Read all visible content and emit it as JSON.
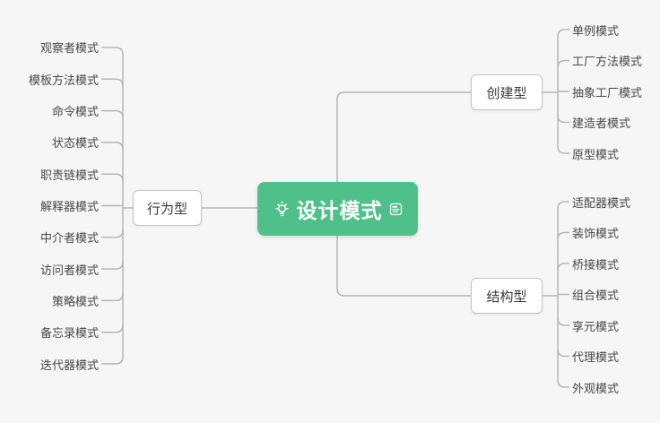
{
  "canvas": {
    "background_color": "#f6f6f6",
    "connector_color": "#b5b5b5",
    "accent_color": "#50c08a"
  },
  "root": {
    "label": "设计模式",
    "icons": [
      "lightbulb-icon",
      "note-icon"
    ]
  },
  "branches": [
    {
      "label": "行为型",
      "side": "left",
      "children": [
        "观察者模式",
        "模板方法模式",
        "命令模式",
        "状态模式",
        "职责链模式",
        "解释器模式",
        "中介者模式",
        "访问者模式",
        "策略模式",
        "备忘录模式",
        "迭代器模式"
      ]
    },
    {
      "label": "创建型",
      "side": "right",
      "children": [
        "单例模式",
        "工厂方法模式",
        "抽象工厂模式",
        "建造者模式",
        "原型模式"
      ]
    },
    {
      "label": "结构型",
      "side": "right",
      "children": [
        "适配器模式",
        "装饰模式",
        "桥接模式",
        "组合模式",
        "享元模式",
        "代理模式",
        "外观模式"
      ]
    }
  ]
}
